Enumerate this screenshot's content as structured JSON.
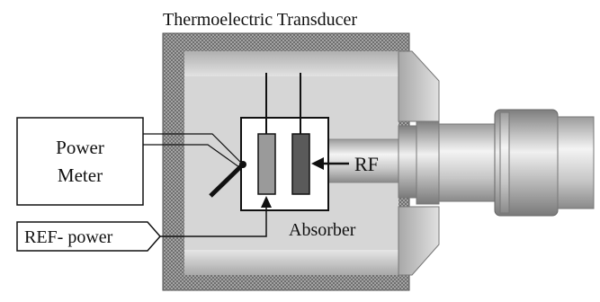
{
  "title": "Thermoelectric Transducer",
  "power_meter_label": [
    "Power",
    "Meter"
  ],
  "ref_power_label": "REF- power",
  "rf_label": "RF",
  "absorber_label": "Absorber",
  "colors": {
    "housing_hatch": "#8c8c8c",
    "body_gray": "#d4d4d4",
    "element_light": "#9a9a9a",
    "element_dark": "#5a5a5a",
    "line": "#111111"
  }
}
